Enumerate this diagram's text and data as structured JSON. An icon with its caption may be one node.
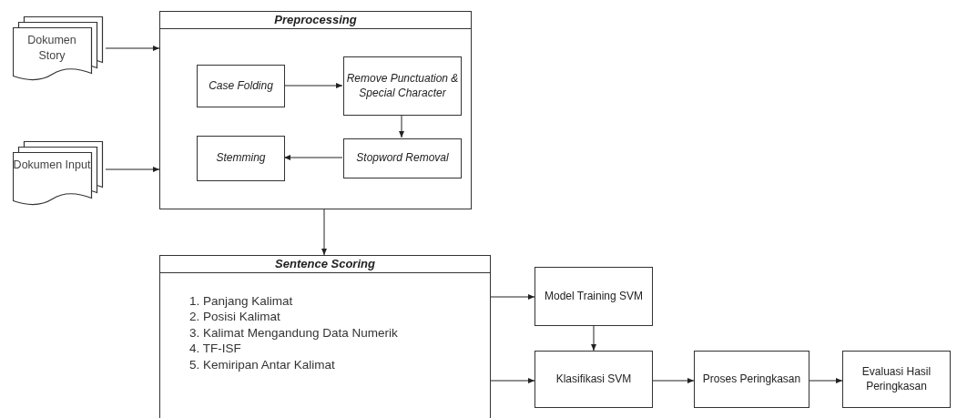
{
  "diagram": {
    "nodes": [
      {
        "text": [
          "Dokumen Story"
        ]
      },
      {
        "text": [
          "Dokumen Input"
        ]
      },
      {
        "text": [
          "Preprocessing"
        ]
      },
      {
        "text": [
          "Case Folding"
        ],
        "in": 2
      },
      {
        "text": [
          "Remove Punctuation & Special Character"
        ],
        "in": 2
      },
      {
        "text": [
          "Stemming"
        ],
        "in": 2
      },
      {
        "text": [
          "Stopword Removal"
        ],
        "in": 2
      },
      {
        "text": [
          "Sentence Scoring",
          "1. Panjang Kalimat",
          "2. Posisi Kalimat",
          "3. Kalimat Mengandung Data Numerik",
          "4. TF-ISF",
          "5. Kemiripan Antar Kalimat"
        ]
      },
      {
        "text": [
          "Model Training SVM"
        ]
      },
      {
        "text": [
          "Klasifikasi SVM"
        ]
      },
      {
        "text": [
          "Proses Peringkasan"
        ]
      },
      {
        "text": [
          "Evaluasi Hasil Peringkasan"
        ]
      }
    ],
    "edges": [
      {
        "from": 0,
        "to": 2,
        "arrow": "to"
      },
      {
        "from": 1,
        "to": 2,
        "arrow": "to"
      },
      {
        "from": 3,
        "to": 4,
        "arrow": "to"
      },
      {
        "from": 4,
        "to": 6,
        "arrow": "to"
      },
      {
        "from": 6,
        "to": 5,
        "arrow": "to"
      },
      {
        "from": 2,
        "to": 7,
        "arrow": "to"
      },
      {
        "from": 7,
        "to": 8,
        "arrow": "to"
      },
      {
        "from": 7,
        "to": 9,
        "arrow": "to"
      },
      {
        "from": 8,
        "to": 9,
        "arrow": "to"
      },
      {
        "from": 9,
        "to": 10,
        "arrow": "to"
      },
      {
        "from": 10,
        "to": 11,
        "arrow": "to"
      }
    ]
  }
}
